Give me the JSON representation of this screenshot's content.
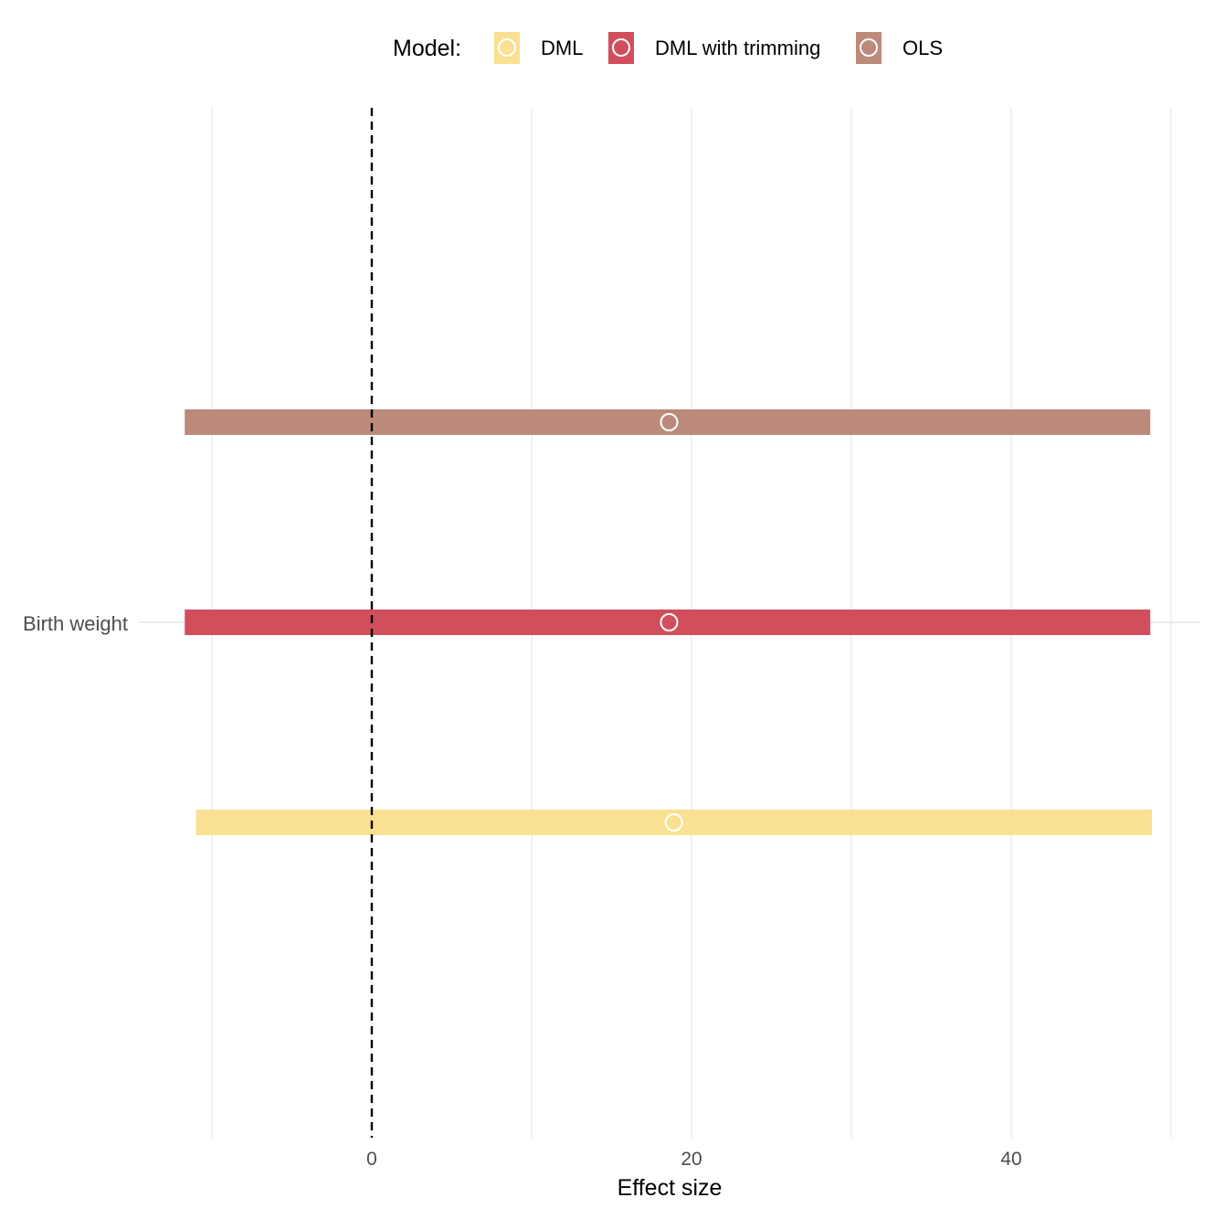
{
  "chart_data": {
    "type": "forest",
    "xlabel": "Effect size",
    "ylabel": "",
    "xlim": [
      -10.0,
      50.0
    ],
    "x_ticks": [
      0,
      20,
      40
    ],
    "x_tick_labels": [
      "0",
      "20",
      "40"
    ],
    "categories": [
      "Birth weight"
    ],
    "reference_line": 0,
    "legend": {
      "title": "Model:",
      "position": "top",
      "entries": [
        "DML",
        "DML with trimming",
        "OLS"
      ]
    },
    "series": [
      {
        "name": "DML",
        "color": "#F9E093",
        "category": "Birth weight",
        "estimate": 18.9,
        "ci": [
          -11.0,
          48.8
        ]
      },
      {
        "name": "DML with trimming",
        "color": "#D14F5C",
        "category": "Birth weight",
        "estimate": 18.6,
        "ci": [
          -11.7,
          48.7
        ]
      },
      {
        "name": "OLS",
        "color": "#BC8A7A",
        "category": "Birth weight",
        "estimate": 18.6,
        "ci": [
          -11.7,
          48.7
        ]
      }
    ],
    "grid": true
  }
}
